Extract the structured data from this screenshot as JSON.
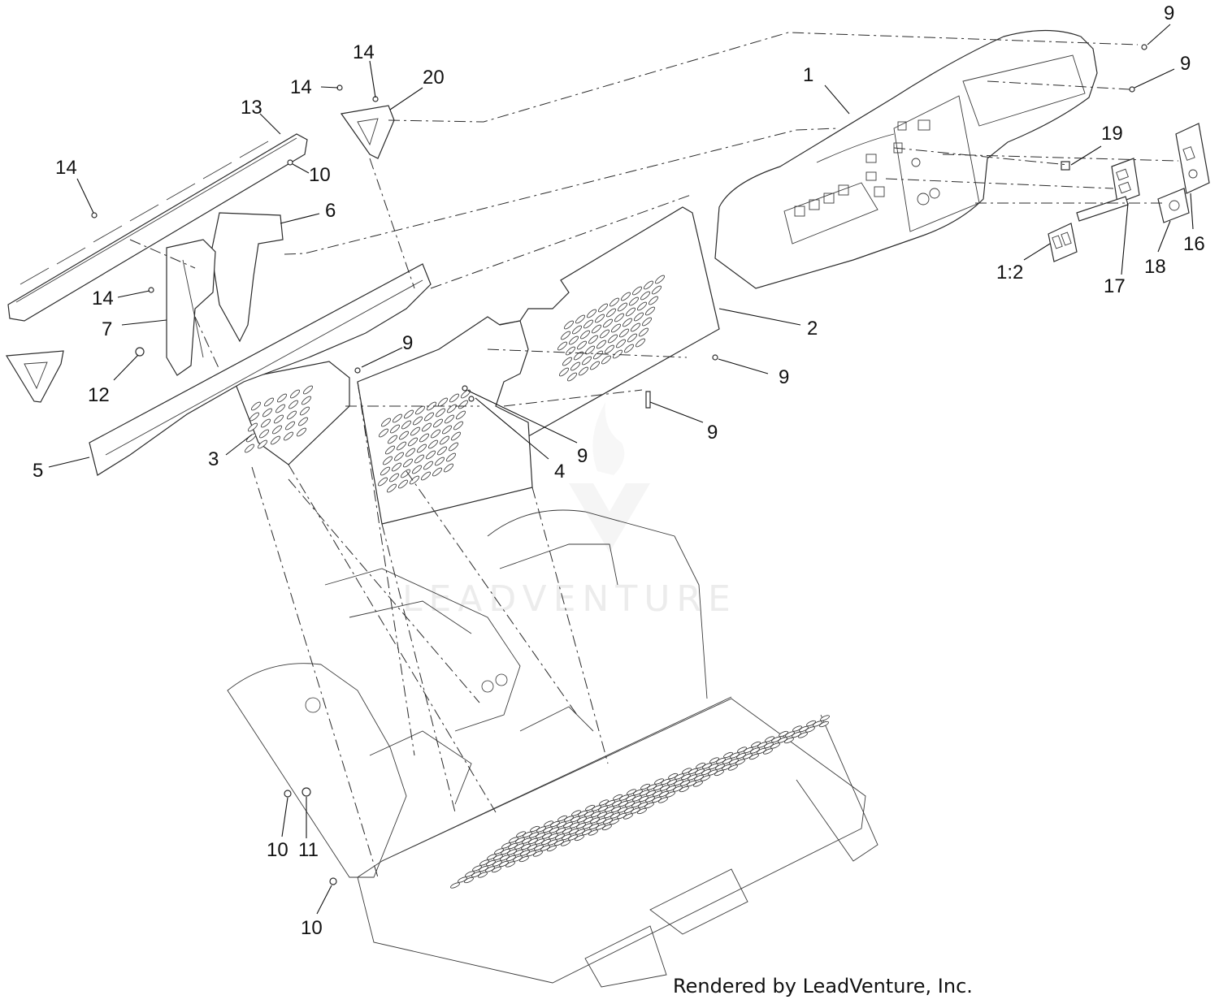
{
  "watermark": "LEADVENTURE",
  "credit": "Rendered by LeadVenture, Inc.",
  "callouts": [
    "1",
    "2",
    "3",
    "4",
    "5",
    "6",
    "7",
    "9",
    "9",
    "9",
    "9",
    "9",
    "9",
    "10",
    "10",
    "10",
    "11",
    "12",
    "13",
    "14",
    "14",
    "14",
    "14",
    "16",
    "17",
    "18",
    "19",
    "20",
    "1:2"
  ]
}
